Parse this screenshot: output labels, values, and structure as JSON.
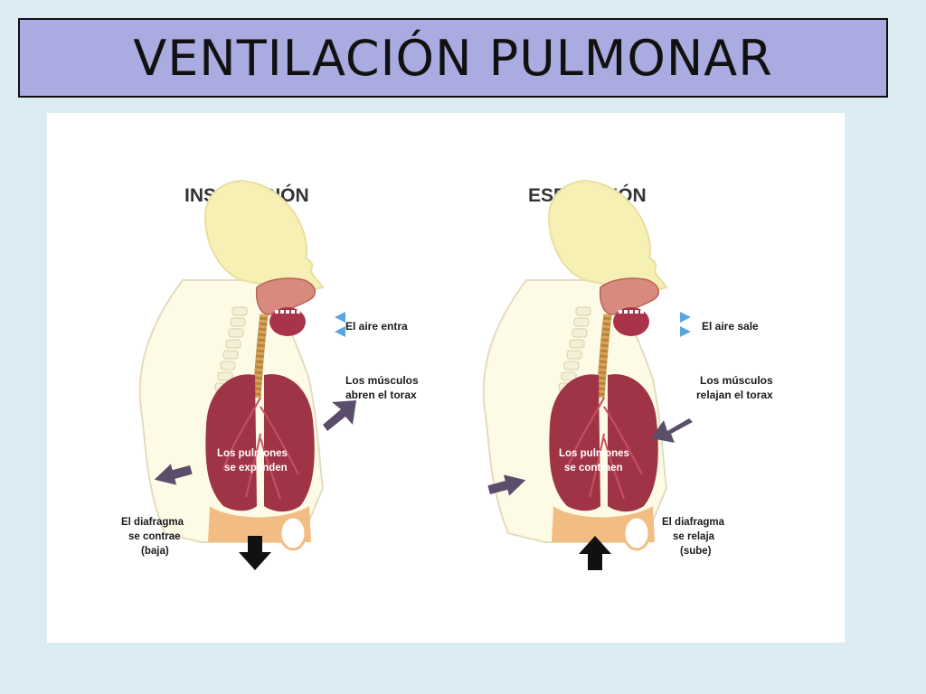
{
  "title": "VENTILACIÓN PULMONAR",
  "colors": {
    "title_bg": "#aaabe0",
    "page_bg": "#dcecf3",
    "lung": "#a03447",
    "head": "#f7f0b4",
    "diaphragm": "#f2bd82",
    "arrow": "#5a4e6a",
    "air_arrow": "#5aa7e0"
  },
  "inspiracion": {
    "heading": "INSPIRACIÓN",
    "air": "El aire entra",
    "muscles_1": "Los músculos",
    "muscles_2": "abren el torax",
    "lungs_1": "Los pulmones",
    "lungs_2": "se expanden",
    "diaphragm_1": "El diafragma",
    "diaphragm_2": "se contrae",
    "diaphragm_3": "(baja)"
  },
  "espiracion": {
    "heading": "ESPIRACIÓN",
    "air": "El aire sale",
    "muscles_1": "Los músculos",
    "muscles_2": "relajan el torax",
    "lungs_1": "Los pulmones",
    "lungs_2": "se contraen",
    "diaphragm_1": "El diafragma",
    "diaphragm_2": "se relaja",
    "diaphragm_3": "(sube)"
  }
}
